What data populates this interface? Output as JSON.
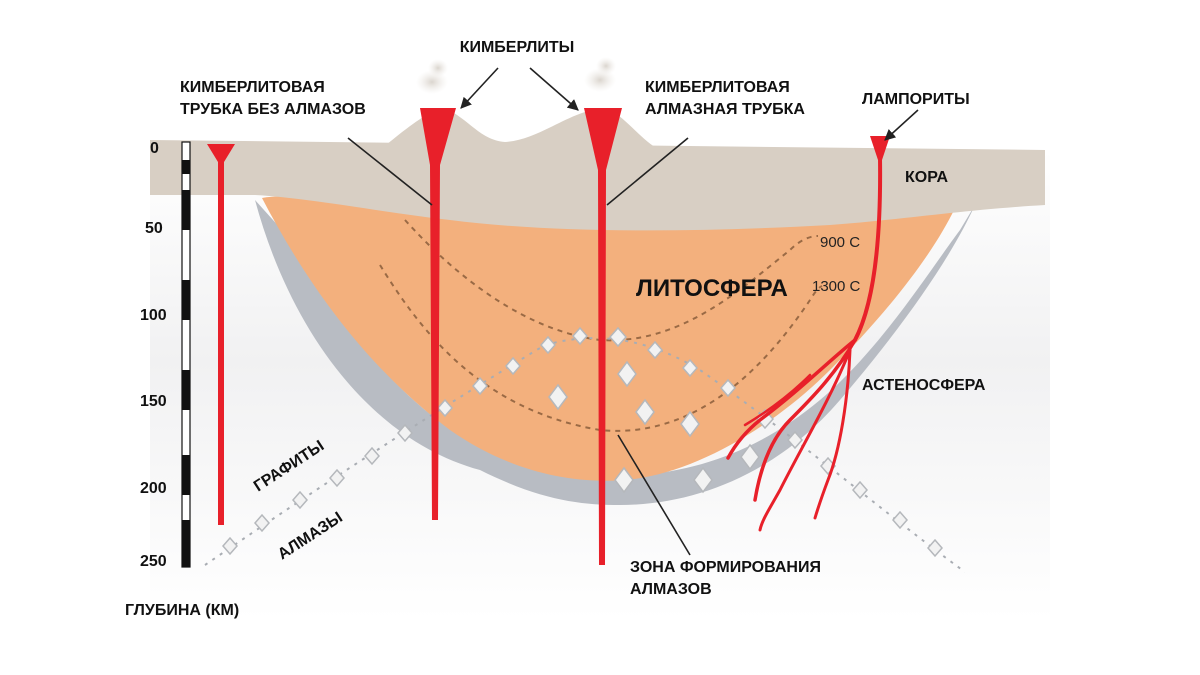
{
  "labels": {
    "kimberlites": "КИМБЕРЛИТЫ",
    "pipe_no_diamonds": [
      "КИМБЕРЛИТОВАЯ",
      "ТРУБКА БЕЗ АЛМАЗОВ"
    ],
    "pipe_diamonds": [
      "КИМБЕРЛИТОВАЯ",
      "АЛМАЗНАЯ ТРУБКА"
    ],
    "lamproites": "ЛАМПОРИТЫ",
    "crust": "КОРА",
    "lithosphere": "ЛИТОСФЕРА",
    "asthenosphere": "АСТЕНОСФЕРА",
    "graphites": "ГРАФИТЫ",
    "diamonds": "АЛМАЗЫ",
    "formation_zone": [
      "ЗОНА ФОРМИРОВАНИЯ",
      "АЛМАЗОВ"
    ],
    "depth_title": "ГЛУБИНА (КМ)"
  },
  "isotherms": {
    "t900": "900 С",
    "t1300": "1300 С"
  },
  "depth_scale": [
    "0",
    "50",
    "100",
    "150",
    "200",
    "250"
  ],
  "colors": {
    "magma": "#e8202a",
    "lithosphere": "#f3b07d",
    "crust": "#d9d0c5",
    "mantle_shadow": "#b9bdc4"
  }
}
